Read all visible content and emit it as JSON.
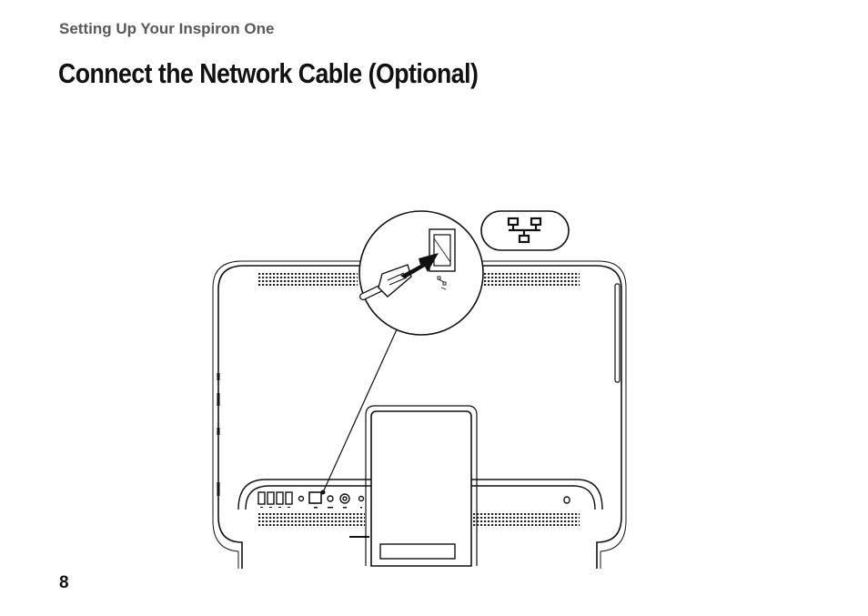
{
  "header": {
    "section": "Setting Up Your Inspiron One"
  },
  "page": {
    "title": "Connect the Network Cable (Optional)",
    "number": "8"
  },
  "illustration": {
    "subject": "computer-rear-view",
    "callout_icon": "network-icon",
    "connector": "ethernet-cable"
  }
}
